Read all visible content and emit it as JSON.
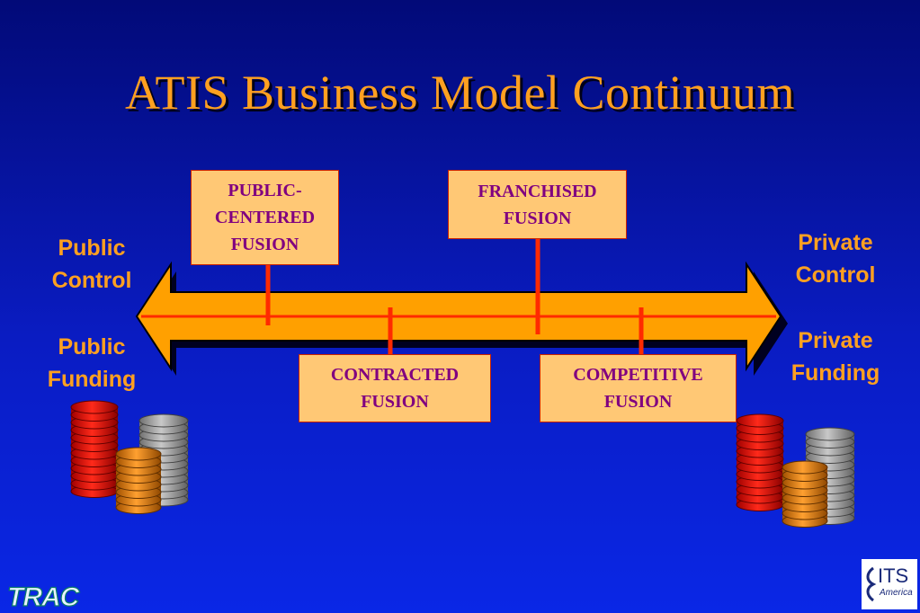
{
  "title": "ATIS Business Model Continuum",
  "left": {
    "control": [
      "Public",
      "Control"
    ],
    "funding": [
      "Public",
      "Funding"
    ]
  },
  "right": {
    "control": [
      "Private",
      "Control"
    ],
    "funding": [
      "Private",
      "Funding"
    ]
  },
  "models": {
    "public_centered": [
      "PUBLIC-",
      "CENTERED",
      "FUSION"
    ],
    "franchised": [
      "FRANCHISED",
      "FUSION"
    ],
    "contracted": [
      "CONTRACTED",
      "FUSION"
    ],
    "competitive": [
      "COMPETITIVE",
      "FUSION"
    ]
  },
  "logos": {
    "left": "TRAC",
    "right_main": "ITS",
    "right_sub": "America"
  },
  "colors": {
    "title": "#ffa020",
    "arrow_fill": "#ffa000",
    "arrow_line": "#ff2a00",
    "box_fill": "#ffc875",
    "box_text": "#800080"
  }
}
